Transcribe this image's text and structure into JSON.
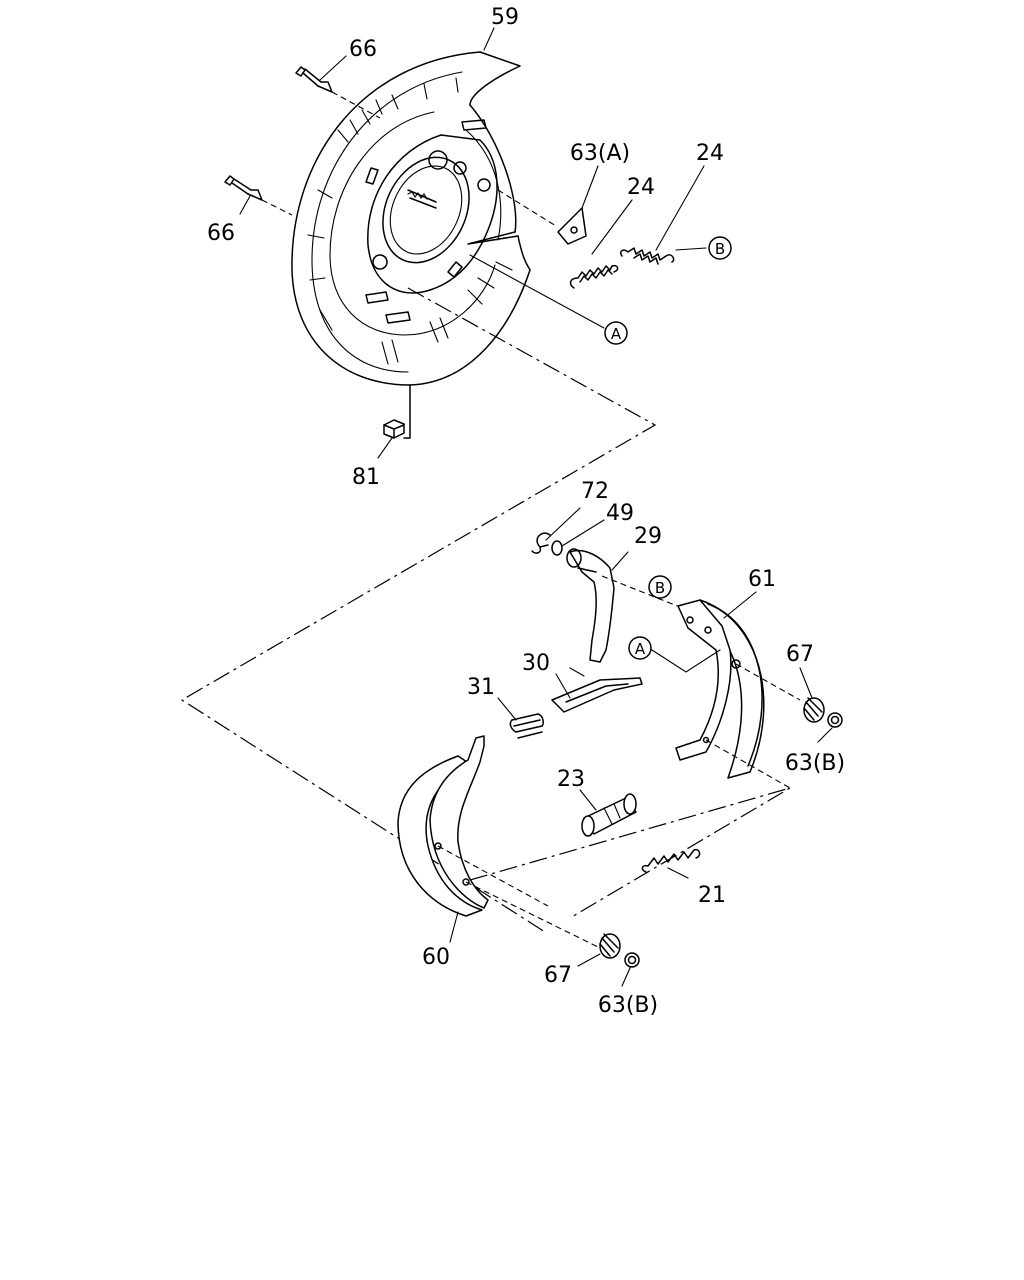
{
  "callouts": {
    "c59": "59",
    "c66a": "66",
    "c66b": "66",
    "c63A": "63(A)",
    "c24a": "24",
    "c24b": "24",
    "c81": "81",
    "c72": "72",
    "c49": "49",
    "c29": "29",
    "c61": "61",
    "c30": "30",
    "c31": "31",
    "c67a": "67",
    "c63Ba": "63(B)",
    "c23": "23",
    "c21": "21",
    "c60": "60",
    "c67b": "67",
    "c63Bb": "63(B)"
  },
  "refs": {
    "A1": "A",
    "B1": "B",
    "A2": "A",
    "B2": "B"
  }
}
